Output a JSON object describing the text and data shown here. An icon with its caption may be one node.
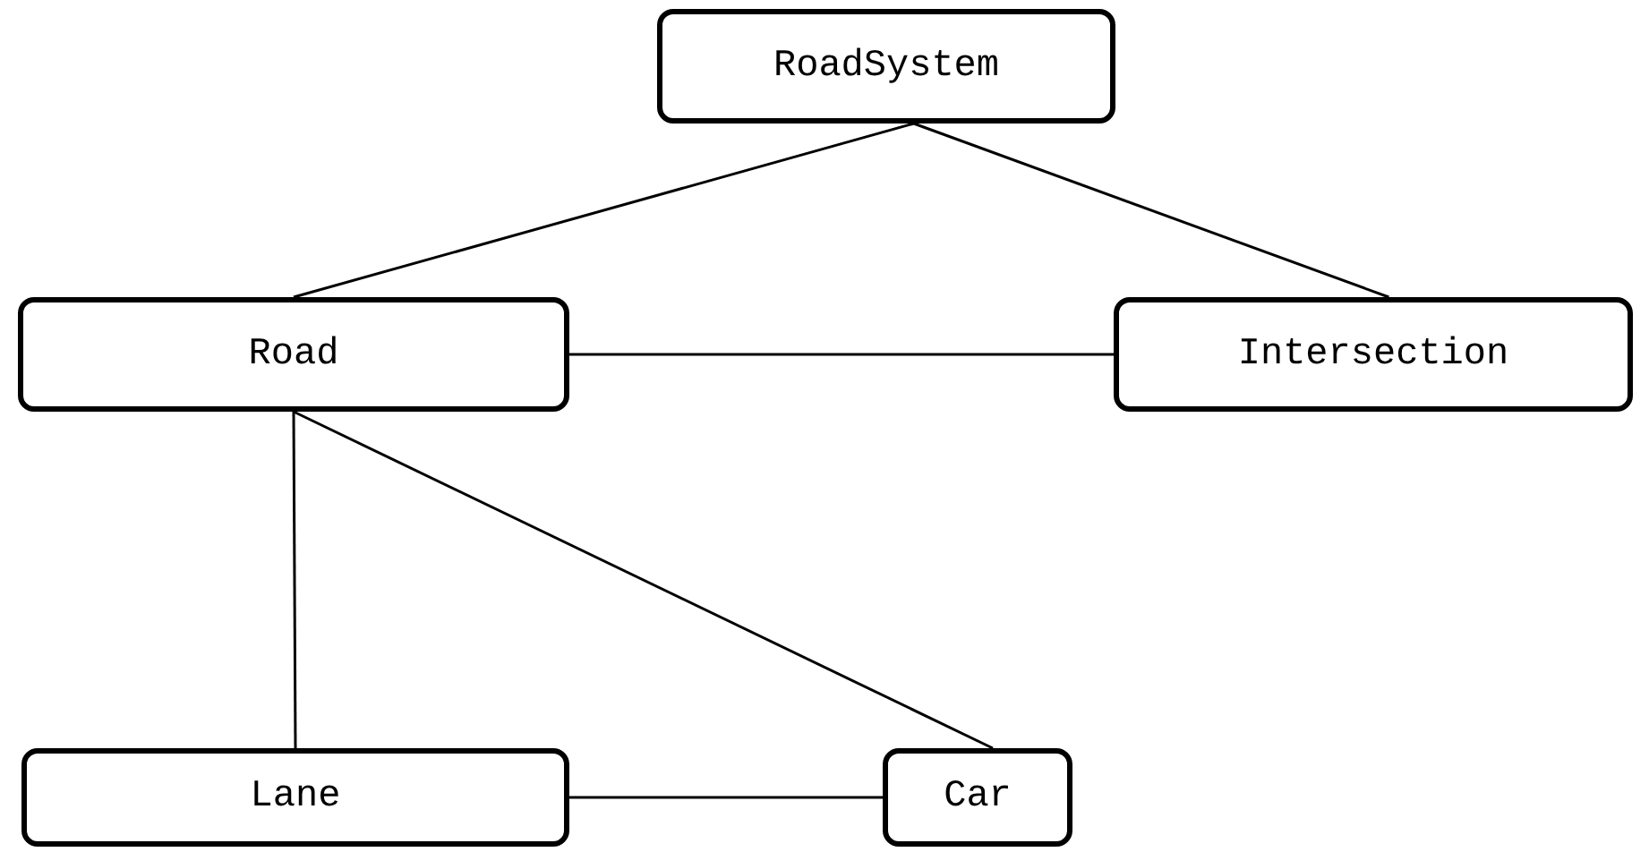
{
  "diagram": {
    "nodes": [
      {
        "text": [
          "RoadSystem"
        ]
      },
      {
        "text": [
          "Road"
        ]
      },
      {
        "text": [
          "Intersection"
        ]
      },
      {
        "text": [
          "Lane"
        ]
      },
      {
        "text": [
          "Car"
        ]
      }
    ],
    "edges": [
      {
        "from": 0,
        "to": 1,
        "arrow": "none"
      },
      {
        "from": 0,
        "to": 2,
        "arrow": "none"
      },
      {
        "from": 1,
        "to": 2,
        "arrow": "none"
      },
      {
        "from": 1,
        "to": 3,
        "arrow": "none"
      },
      {
        "from": 1,
        "to": 4,
        "arrow": "none"
      },
      {
        "from": 3,
        "to": 4,
        "arrow": "none"
      }
    ]
  }
}
